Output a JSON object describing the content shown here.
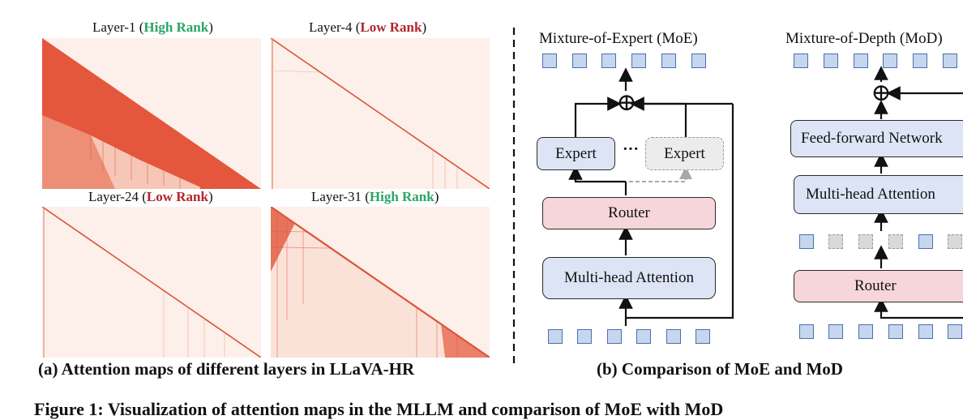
{
  "panel_a": {
    "maps": [
      {
        "title_prefix": "Layer-1 (",
        "rank": "High Rank",
        "title_suffix": ")"
      },
      {
        "title_prefix": "Layer-4 (",
        "rank": "Low Rank",
        "title_suffix": ")"
      },
      {
        "title_prefix": "Layer-24 (",
        "rank": "Low Rank",
        "title_suffix": ")"
      },
      {
        "title_prefix": "Layer-31 (",
        "rank": "High Rank",
        "title_suffix": ")"
      }
    ],
    "caption": "(a) Attention maps of different layers in LLaVA-HR"
  },
  "panel_b": {
    "moe": {
      "title": "Mixture-of-Expert (MoE)",
      "expert_label": "Expert",
      "ellipsis": "···",
      "router_label": "Router",
      "attention_label": "Multi-head Attention"
    },
    "mod": {
      "title": "Mixture-of-Depth (MoD)",
      "ffn_label": "Feed-forward Network",
      "attention_label": "Multi-head Attention",
      "router_label": "Router"
    },
    "sum_symbol": "⊕",
    "caption": "(b) Comparison of MoE and MoD"
  },
  "figure_caption": "Figure 1: Visualization of attention maps in the MLLM and comparison of MoE with MoD",
  "colors": {
    "high_rank": "#2aa566",
    "low_rank": "#b3262c",
    "attention_heat": "#e4573d",
    "map_background": "#fdf0ea",
    "token_fill": "#c6d6ef",
    "block_blue": "#dde4f5",
    "block_pink": "#f6d6da"
  }
}
